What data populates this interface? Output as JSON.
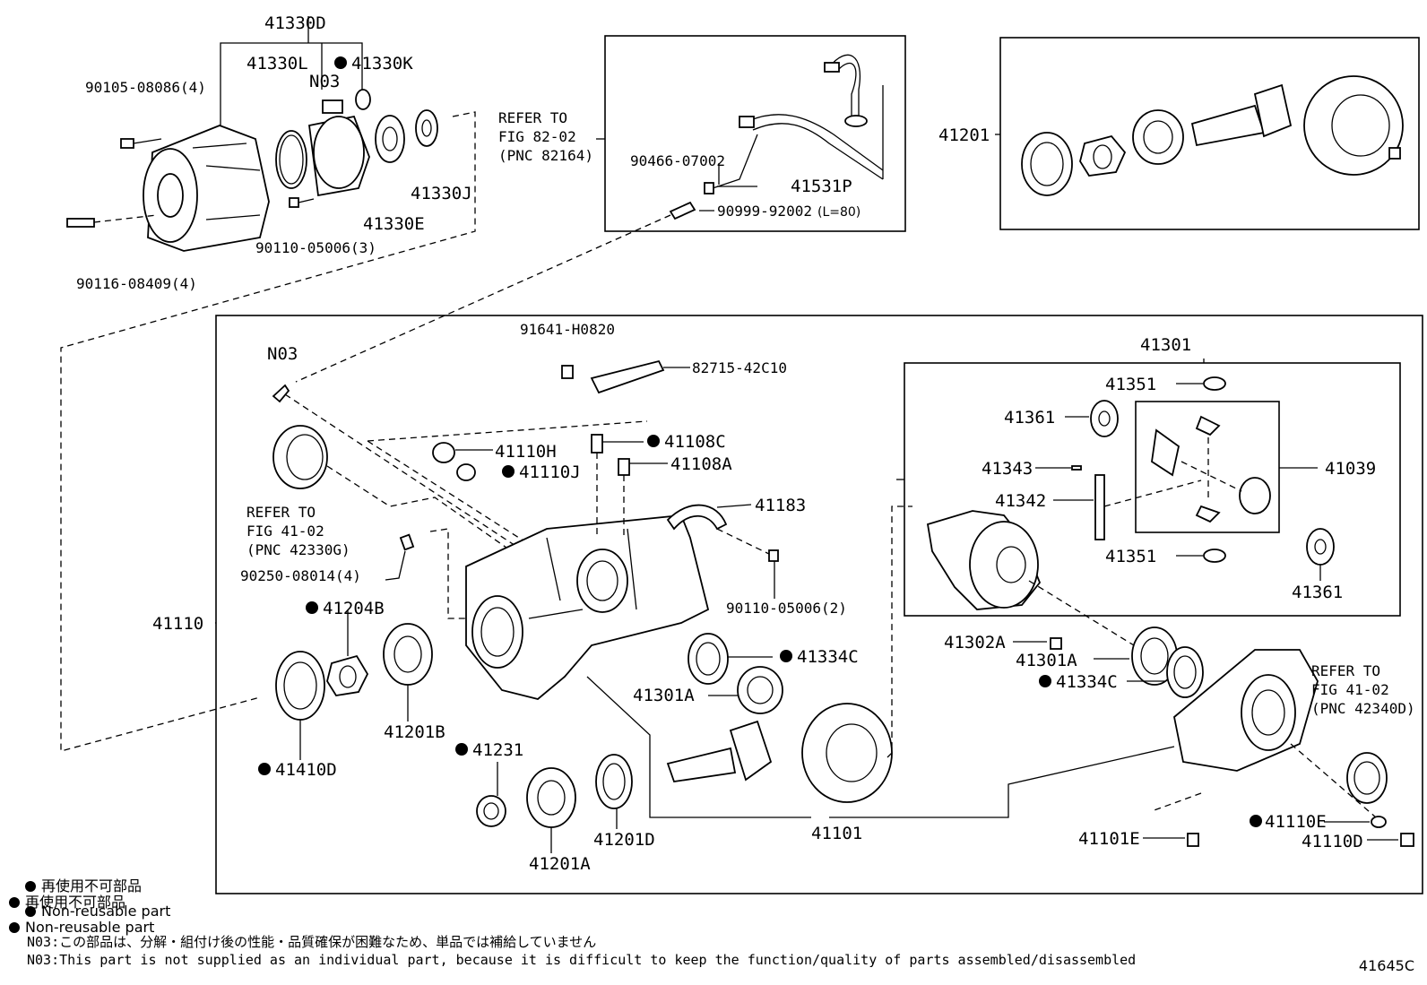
{
  "figure_id": "41645C",
  "labels": {
    "l41330D": "41330D",
    "l41330L": "41330L",
    "l41330K": "41330K",
    "lN03a": "N03",
    "l9010508086": "90105-08086(4)",
    "l41330J": "41330J",
    "l41330E": "41330E",
    "l9011005006_3": "90110-05006(3)",
    "l9011608409": "90116-08409(4)",
    "refer1_a": "REFER TO",
    "refer1_b": "FIG 82-02",
    "refer1_c": "(PNC 82164)",
    "l9046607002": "90466-07002",
    "l41531P": "41531P",
    "l9099992002": "90999-92002",
    "l9099992002_len": "(L=80)",
    "l41201top": "41201",
    "l91641H0820": "91641-H0820",
    "l8271542C10": "82715-42C10",
    "lN03b": "N03",
    "l41110H": "41110H",
    "l41110J": "41110J",
    "l41108C": "41108C",
    "l41108A": "41108A",
    "l41183": "41183",
    "refer2_a": "REFER TO",
    "refer2_b": "FIG 41-02",
    "refer2_c": "(PNC 42330G)",
    "l9025008014": "90250-08014(4)",
    "l9011005006_2": "90110-05006(2)",
    "l41110": "41110",
    "l41204B": "41204B",
    "l41201B": "41201B",
    "l41410D": "41410D",
    "l41334C_a": "41334C",
    "l41301A_a": "41301A",
    "l41231": "41231",
    "l41201A": "41201A",
    "l41201D": "41201D",
    "l41101": "41101",
    "l41301": "41301",
    "l41351a": "41351",
    "l41361a": "41361",
    "l41343": "41343",
    "l41342": "41342",
    "l41039": "41039",
    "l41351b": "41351",
    "l41361b": "41361",
    "l41302A": "41302A",
    "l41301A_b": "41301A",
    "l41334C_b": "41334C",
    "refer3_a": "REFER TO",
    "refer3_b": "FIG 41-02",
    "refer3_c": "(PNC 42340D)",
    "l41110E": "41110E",
    "l41101E": "41101E",
    "l41110D": "41110D"
  },
  "legend": {
    "jp_line1": "再使用不可部品",
    "jp_line2": "再使用不可部品",
    "en_line1": "Non-reusable part",
    "en_line2": "Non-reusable part"
  },
  "notes": {
    "jp": "N03:この部品は、分解・組付け後の性能・品質確保が困難なため、単品では補給していません",
    "en": "N03:This part is not supplied as an individual part, because it is difficult to keep the function/quality of parts assembled/disassembled"
  }
}
